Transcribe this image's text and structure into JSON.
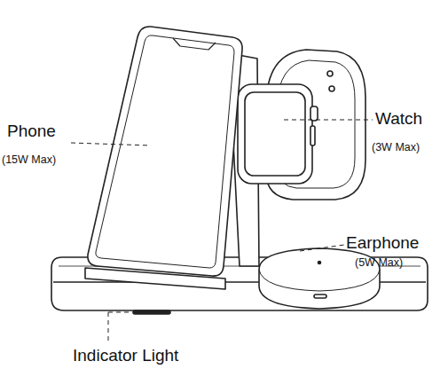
{
  "diagram": {
    "labels": [
      "Phone",
      "(15W Max)",
      "Watch",
      "(3W Max)",
      "Earphone",
      "(5W Max)",
      "Indicator Light"
    ]
  }
}
